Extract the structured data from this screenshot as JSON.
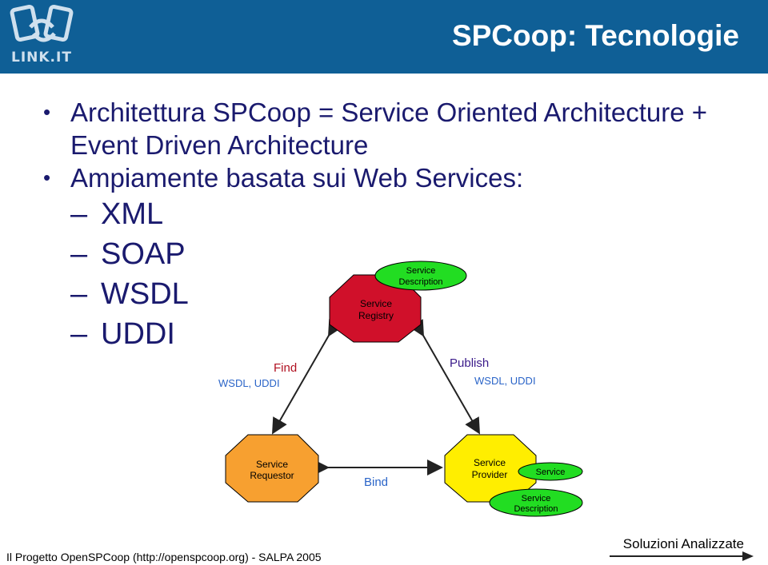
{
  "header": {
    "logo_text": "LINK.IT",
    "title": "SPCoop: Tecnologie",
    "background_color": "#0f5f96"
  },
  "bullets": [
    {
      "text": "Architettura SPCoop = Service Oriented Architecture + Event Driven Architecture"
    },
    {
      "text": "Ampiamente basata sui Web Services:"
    }
  ],
  "sub_items": [
    "XML",
    "SOAP",
    "WSDL",
    "UDDI"
  ],
  "diagram": {
    "registry": {
      "line1": "Service",
      "line2": "Registry",
      "color": "#d0102a"
    },
    "requestor": {
      "line1": "Service",
      "line2": "Requestor",
      "color": "#f7a030"
    },
    "provider": {
      "line1": "Service",
      "line2": "Provider",
      "color": "#ffee00"
    },
    "desc_top": {
      "line1": "Service",
      "line2": "Description",
      "color": "#22dd22"
    },
    "service_small": {
      "text": "Service"
    },
    "desc_bottom": {
      "line1": "Service",
      "line2": "Description"
    },
    "find": {
      "label": "Find",
      "sub": "WSDL, UDDI"
    },
    "publish": {
      "label": "Publish",
      "sub": "WSDL, UDDI"
    },
    "bind": {
      "label": "Bind"
    }
  },
  "footer": {
    "left": "Il Progetto OpenSPCoop (http://openspcoop.org) - SALPA 2005",
    "right": "Soluzioni Analizzate"
  }
}
